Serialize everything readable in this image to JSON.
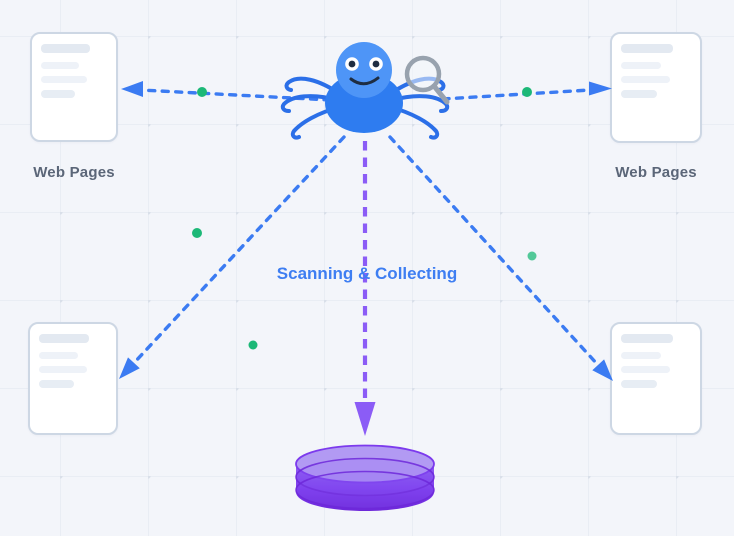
{
  "labels": {
    "web_pages_top_left": "Web Pages",
    "web_pages_top_right": "Web Pages",
    "center_caption": "Scanning & Collecting"
  },
  "icons": {
    "crawler": "spider-crawler-icon",
    "magnifier": "magnifying-glass-icon",
    "database": "database-cylinder-icon",
    "web_page_card": "web-page-card",
    "green_dot": "green-dot"
  },
  "colors": {
    "background": "#f3f5fa",
    "arrow_blue": "#3b7bf2",
    "caption_text": "#3e7ef2",
    "label_text": "#5b6678",
    "green_dot": "#1cb877",
    "purple_arrow": "#8b5cf6",
    "cylinder_top": "#b29af3",
    "cylinder_dark": "#7c3aed",
    "spider_head": "#4e95f7",
    "spider_body": "#2e7cf0",
    "spider_leg": "#2b6fe8",
    "magnifier_gray": "#98a2ae",
    "card_border": "#cdd7e4",
    "card_fill": "#ffffff"
  }
}
